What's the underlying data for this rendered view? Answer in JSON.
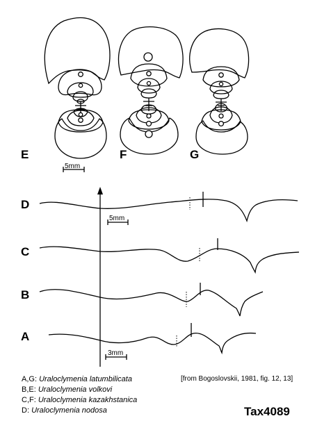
{
  "whorl_labels": [
    "E",
    "F",
    "G"
  ],
  "whorl_scale": "5mm",
  "suture_labels": [
    "D",
    "C",
    "B",
    "A"
  ],
  "suture_scale_top": "5mm",
  "suture_scale_bottom": "3mm",
  "legend": [
    {
      "prefix": "A,G:",
      "name": "Uraloclymenia latumbilicata"
    },
    {
      "prefix": "B,E:",
      "name": "Uraloclymenia volkovi"
    },
    {
      "prefix": "C,F:",
      "name": "Uraloclymenia kazakhstanica"
    },
    {
      "prefix": "D:",
      "name": "Uraloclymenia nodosa"
    }
  ],
  "citation": "[from Bogoslovskii, 1981, fig. 12, 13]",
  "tax_id": "Tax4089"
}
